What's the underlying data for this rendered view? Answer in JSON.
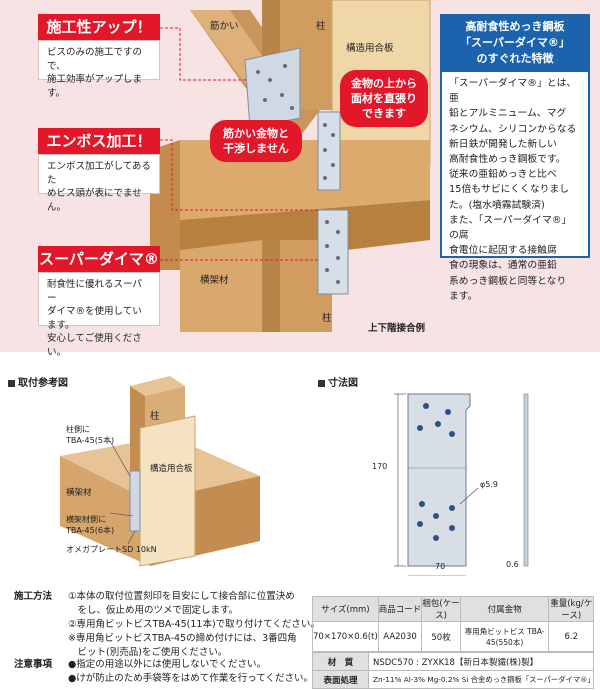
{
  "top_section": {
    "features": [
      {
        "title": "施工性アップ！",
        "lines": [
          "ビスのみの施工ですので、",
          "施工効率がアップします。"
        ]
      },
      {
        "title": "エンボス加工！",
        "lines": [
          "エンボス加工がしてあるた",
          "めビス頭が表にでません。"
        ]
      },
      {
        "title": "スーパーダイマ®",
        "lines": [
          "耐食性に優れるスーパー",
          "ダイマ®を使用しています。",
          "安心してご使用ください。"
        ]
      }
    ],
    "diagram_labels": {
      "kakai": "筋かい",
      "hashira_top": "柱",
      "kouzou": "構造用合板",
      "yokogaza": "横架材",
      "hashira_bottom": "柱",
      "caption": "上下階接合例"
    },
    "bubbles": {
      "no_interference": [
        "筋かい金物と",
        "干渉しません"
      ],
      "direct_plywood": [
        "金物の上から",
        "面材を直張り",
        "できます"
      ]
    },
    "info_box": {
      "title_lines": [
        "高耐食性めっき鋼板",
        "「スーパーダイマ®」",
        "のすぐれた特徴"
      ],
      "body_lines": [
        "「スーパーダイマ®」とは、亜",
        "鉛とアルミニューム、マグ",
        "ネシウム、シリコンからなる",
        "新日鉄が開発した新しい",
        "高耐食性めっき鋼板です。",
        "従来の亜鉛めっきと比べ",
        "15倍もサビにくくなりまし",
        "た。(塩水噴霧試験済)",
        "また、「スーパーダイマ®」の腐",
        "食電位に起因する接触腐",
        "食の現象は、通常の亜鉛",
        "系めっき鋼板と同等となり",
        "ます。"
      ]
    }
  },
  "install_section": {
    "title": "取付参考図",
    "labels": {
      "hashira": "柱",
      "kouzou": "構造用合板",
      "hashira_side": [
        "柱側に",
        "TBA-45(5本)"
      ],
      "yokogaza": "横架材",
      "yokogaza_side": [
        "横架材側に",
        "TBA-45(6本)"
      ],
      "product": "オメガプレートSD 10kN"
    }
  },
  "dimension_section": {
    "title": "寸法図",
    "height": "170",
    "width": "70",
    "hole": "φ5.9",
    "thickness": "0.6"
  },
  "method": {
    "label": "施工方法",
    "lines": [
      "①本体の取付位置刻印を目安にして接合部に位置決め",
      "　をし、仮止め用のツメで固定します。",
      "②専用角ビットビスTBA-45(11本)で取り付けてください。",
      "※専用角ビットビスTBA-45の締め付けには、3番四角",
      "　ビット(別売品)をご使用ください。"
    ]
  },
  "caution": {
    "label": "注意事項",
    "lines": [
      "●指定の用途以外には使用しないでください。",
      "●けが防止のため手袋等をはめて作業を行ってください。"
    ]
  },
  "spec_table": {
    "headers": [
      "サイズ(mm)",
      "商品コード",
      "梱包(ケース)",
      "付属金物",
      "重量(kg/ケース)"
    ],
    "row": [
      "70×170×0.6(t)",
      "AA2030",
      "50枚",
      "専用角ビットビス TBA-45(550本)",
      "6.2"
    ],
    "material_label": "材　質",
    "material_value": "NSDC570 : ZYXK18【新日本製鐵(株)製】",
    "surface_label": "表面処理",
    "surface_value": "Zn-11% Al-3% Mg-0.2% Si 合金めっき鋼板「スーパーダイマ®」"
  },
  "colors": {
    "accent_red": "#e2182a",
    "accent_blue": "#1b63ad",
    "wood": "#d9a86c"
  }
}
